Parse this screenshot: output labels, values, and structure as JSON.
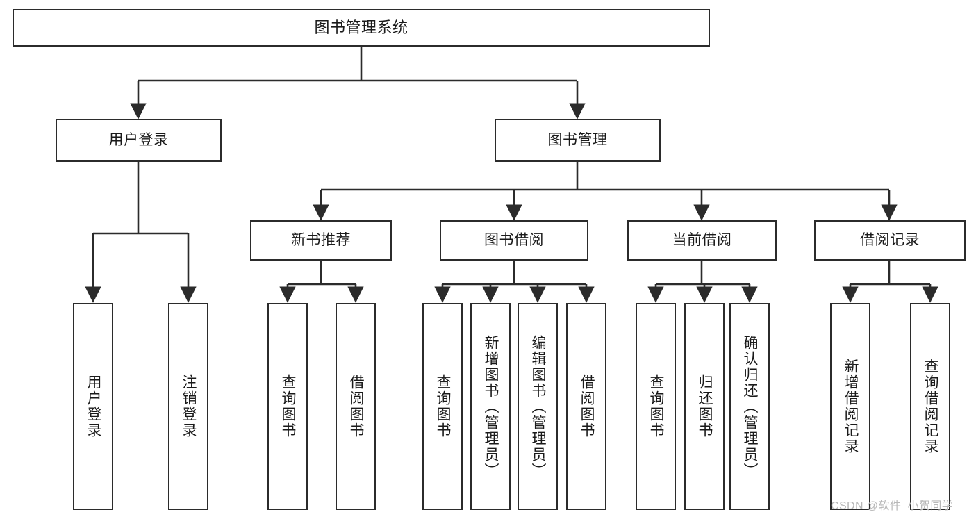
{
  "diagram": {
    "title": "图书管理系统",
    "root": {
      "id": "root",
      "label": "图书管理系统"
    },
    "level2": [
      {
        "id": "user-login",
        "label": "用户登录"
      },
      {
        "id": "book-manage",
        "label": "图书管理"
      }
    ],
    "level3": [
      {
        "id": "new-book-recommend",
        "label": "新书推荐"
      },
      {
        "id": "book-borrow",
        "label": "图书借阅"
      },
      {
        "id": "current-borrow",
        "label": "当前借阅"
      },
      {
        "id": "borrow-record",
        "label": "借阅记录"
      }
    ],
    "leaves": [
      {
        "id": "leaf-user-login",
        "label": "用户登录",
        "parent": "user-login"
      },
      {
        "id": "leaf-logout",
        "label": "注销登录",
        "parent": "user-login"
      },
      {
        "id": "leaf-query-book-1",
        "label": "查询图书",
        "parent": "new-book-recommend"
      },
      {
        "id": "leaf-borrow-book-1",
        "label": "借阅图书",
        "parent": "new-book-recommend"
      },
      {
        "id": "leaf-query-book-2",
        "label": "查询图书",
        "parent": "book-borrow"
      },
      {
        "id": "leaf-add-book",
        "label": "新增图书（管理员）",
        "parent": "book-borrow"
      },
      {
        "id": "leaf-edit-book",
        "label": "编辑图书（管理员）",
        "parent": "book-borrow"
      },
      {
        "id": "leaf-borrow-book-2",
        "label": "借阅图书",
        "parent": "book-borrow"
      },
      {
        "id": "leaf-query-book-3",
        "label": "查询图书",
        "parent": "current-borrow"
      },
      {
        "id": "leaf-return-book",
        "label": "归还图书",
        "parent": "current-borrow"
      },
      {
        "id": "leaf-confirm-return",
        "label": "确认归还（管理员）",
        "parent": "current-borrow"
      },
      {
        "id": "leaf-add-record",
        "label": "新增借阅记录",
        "parent": "borrow-record"
      },
      {
        "id": "leaf-query-record",
        "label": "查询借阅记录",
        "parent": "borrow-record"
      }
    ],
    "watermark": "CSDN @软件_小贺同学",
    "colors": {
      "stroke": "#2b2b2b",
      "fill": "#ffffff",
      "text": "#1a1a1a",
      "watermark": "#b8b8b8"
    }
  }
}
